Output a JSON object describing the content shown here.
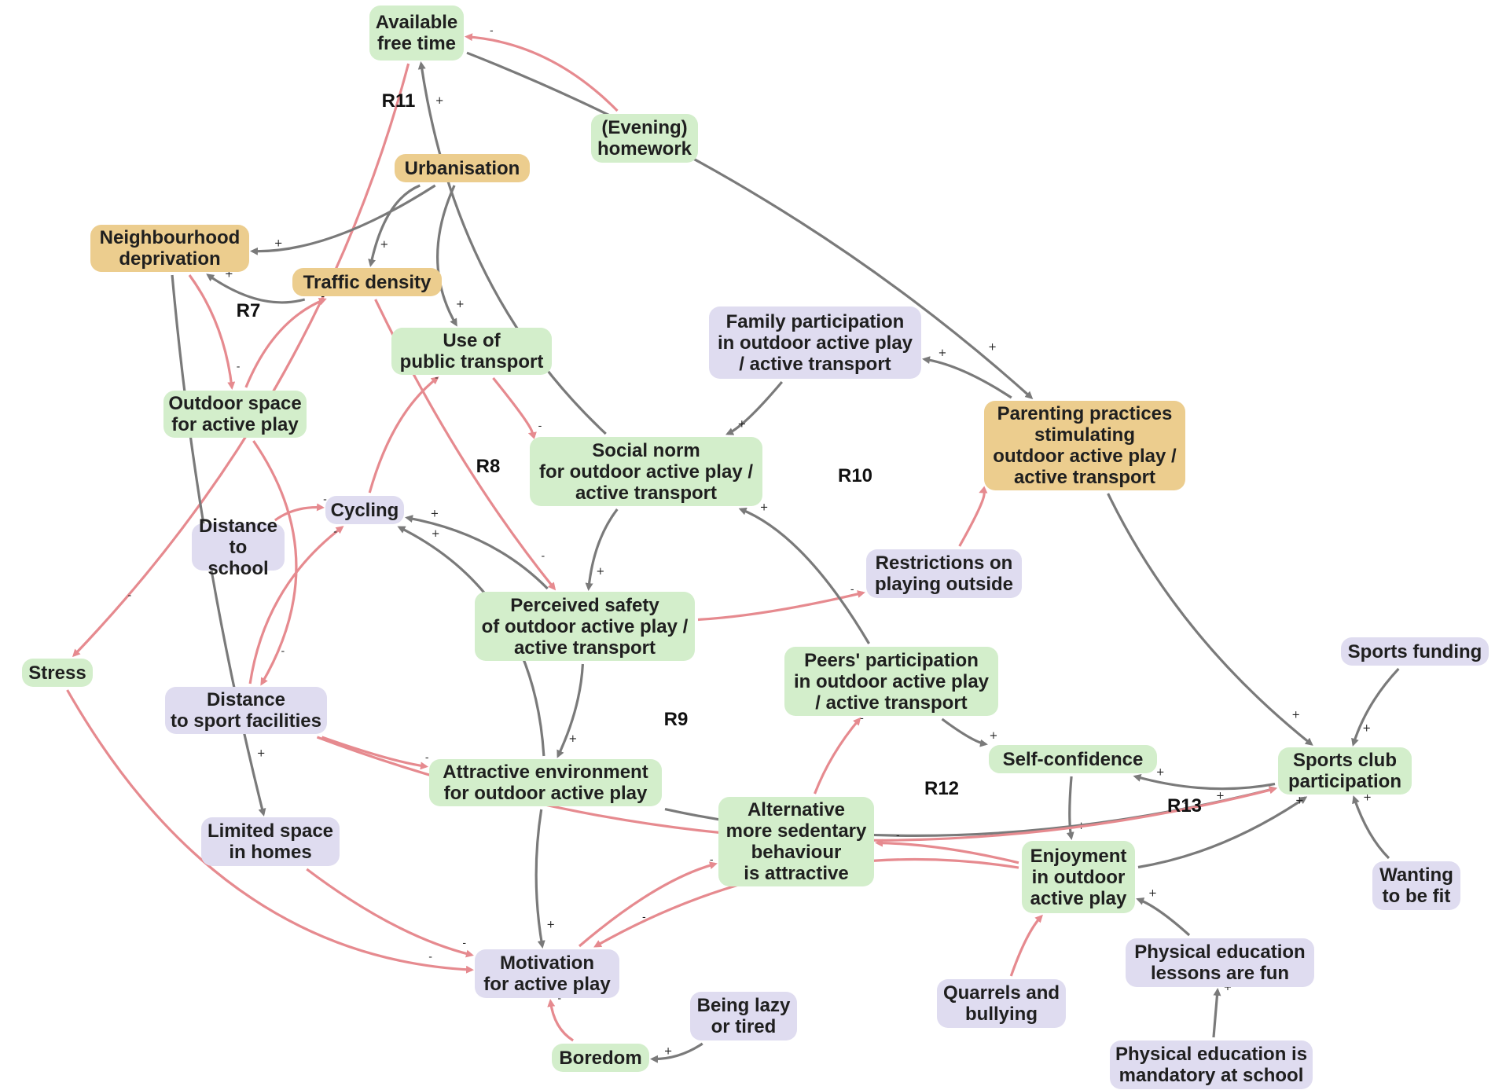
{
  "colors": {
    "positive_link": "#7a7a7a",
    "negative_link": "#e68a8f",
    "green_node": "#d3eecb",
    "orange_node": "#eccd8e",
    "purple_node": "#dfdcf0"
  },
  "nodes": {
    "available_free_time": "Available\nfree time",
    "evening_homework": "(Evening)\nhomework",
    "urbanisation": "Urbanisation",
    "neighbourhood_deprivation": "Neighbourhood\ndeprivation",
    "traffic_density": "Traffic density",
    "use_public_transport": "Use of\npublic transport",
    "family_participation": "Family participation\nin outdoor active play\n/ active transport",
    "parenting_practices": "Parenting practices\nstimulating\noutdoor active play /\nactive transport",
    "outdoor_space": "Outdoor space\nfor active play",
    "social_norm": "Social norm\nfor outdoor active play /\nactive transport",
    "cycling": "Cycling",
    "distance_school": "Distance\nto school",
    "restrictions": "Restrictions on\nplaying outside",
    "perceived_safety": "Perceived safety\nof outdoor active play /\nactive transport",
    "stress": "Stress",
    "distance_sport": "Distance\nto sport facilities",
    "peers_participation": "Peers' participation\nin outdoor active play\n/ active transport",
    "sports_funding": "Sports funding",
    "self_confidence": "Self-confidence",
    "sports_club": "Sports club\nparticipation",
    "attractive_env": "Attractive environment\nfor outdoor active play",
    "alternative_sedentary": "Alternative\nmore sedentary\nbehaviour\nis attractive",
    "limited_space": "Limited space\nin homes",
    "enjoyment": "Enjoyment\nin outdoor\nactive play",
    "wanting_fit": "Wanting\nto be fit",
    "motivation": "Motivation\nfor active play",
    "being_lazy": "Being lazy\nor tired",
    "pe_fun": "Physical education\nlessons are fun",
    "quarrels": "Quarrels and\nbullying",
    "boredom": "Boredom",
    "pe_mandatory": "Physical education is\nmandatory at school"
  },
  "loops": {
    "r7": "R7",
    "r8": "R8",
    "r9": "R9",
    "r10": "R10",
    "r11": "R11",
    "r12": "R12",
    "r13": "R13"
  },
  "links": [
    {
      "from": "evening_homework",
      "to": "available_free_time",
      "polarity": "-"
    },
    {
      "from": "available_free_time",
      "to": "stress",
      "polarity": "-"
    },
    {
      "from": "available_free_time",
      "to": "parenting_practices",
      "polarity": "+"
    },
    {
      "from": "social_norm",
      "to": "available_free_time",
      "polarity": "+"
    },
    {
      "from": "urbanisation",
      "to": "neighbourhood_deprivation",
      "polarity": "+"
    },
    {
      "from": "urbanisation",
      "to": "traffic_density",
      "polarity": "+"
    },
    {
      "from": "urbanisation",
      "to": "use_public_transport",
      "polarity": "+"
    },
    {
      "from": "traffic_density",
      "to": "neighbourhood_deprivation",
      "polarity": "+"
    },
    {
      "from": "neighbourhood_deprivation",
      "to": "outdoor_space",
      "polarity": "-"
    },
    {
      "from": "neighbourhood_deprivation",
      "to": "limited_space",
      "polarity": "+"
    },
    {
      "from": "outdoor_space",
      "to": "traffic_density",
      "polarity": "-"
    },
    {
      "from": "outdoor_space",
      "to": "distance_sport",
      "polarity": "-"
    },
    {
      "from": "traffic_density",
      "to": "perceived_safety",
      "polarity": "-"
    },
    {
      "from": "use_public_transport",
      "to": "social_norm",
      "polarity": "-"
    },
    {
      "from": "cycling",
      "to": "use_public_transport",
      "polarity": "-"
    },
    {
      "from": "distance_school",
      "to": "cycling",
      "polarity": "-"
    },
    {
      "from": "distance_sport",
      "to": "cycling",
      "polarity": "-"
    },
    {
      "from": "perceived_safety",
      "to": "cycling",
      "polarity": "+"
    },
    {
      "from": "attractive_env",
      "to": "cycling",
      "polarity": "+"
    },
    {
      "from": "social_norm",
      "to": "perceived_safety",
      "polarity": "+"
    },
    {
      "from": "parenting_practices",
      "to": "family_participation",
      "polarity": "+"
    },
    {
      "from": "family_participation",
      "to": "social_norm",
      "polarity": "+"
    },
    {
      "from": "restrictions",
      "to": "parenting_practices",
      "polarity": "-"
    },
    {
      "from": "perceived_safety",
      "to": "restrictions",
      "polarity": "-"
    },
    {
      "from": "peers_participation",
      "to": "social_norm",
      "polarity": "+"
    },
    {
      "from": "perceived_safety",
      "to": "attractive_env",
      "polarity": "+"
    },
    {
      "from": "distance_sport",
      "to": "attractive_env",
      "polarity": "-"
    },
    {
      "from": "parenting_practices",
      "to": "sports_club",
      "polarity": "+"
    },
    {
      "from": "sports_funding",
      "to": "sports_club",
      "polarity": "+"
    },
    {
      "from": "wanting_fit",
      "to": "sports_club",
      "polarity": "+"
    },
    {
      "from": "peers_participation",
      "to": "self_confidence",
      "polarity": "+"
    },
    {
      "from": "sports_club",
      "to": "self_confidence",
      "polarity": "+"
    },
    {
      "from": "self_confidence",
      "to": "enjoyment",
      "polarity": "+"
    },
    {
      "from": "enjoyment",
      "to": "sports_club",
      "polarity": "+"
    },
    {
      "from": "attractive_env",
      "to": "sports_club",
      "polarity": "+"
    },
    {
      "from": "distance_sport",
      "to": "sports_club",
      "polarity": "-"
    },
    {
      "from": "alternative_sedentary",
      "to": "peers_participation",
      "polarity": "-"
    },
    {
      "from": "enjoyment",
      "to": "alternative_sedentary",
      "polarity": "-"
    },
    {
      "from": "motivation",
      "to": "alternative_sedentary",
      "polarity": "-"
    },
    {
      "from": "enjoyment",
      "to": "motivation",
      "polarity": "-"
    },
    {
      "from": "attractive_env",
      "to": "motivation",
      "polarity": "+"
    },
    {
      "from": "stress",
      "to": "motivation",
      "polarity": "-"
    },
    {
      "from": "limited_space",
      "to": "motivation",
      "polarity": "-"
    },
    {
      "from": "boredom",
      "to": "motivation",
      "polarity": "-"
    },
    {
      "from": "being_lazy",
      "to": "boredom",
      "polarity": "+"
    },
    {
      "from": "pe_fun",
      "to": "enjoyment",
      "polarity": "+"
    },
    {
      "from": "quarrels",
      "to": "enjoyment",
      "polarity": "-"
    },
    {
      "from": "pe_mandatory",
      "to": "pe_fun",
      "polarity": "+"
    }
  ]
}
